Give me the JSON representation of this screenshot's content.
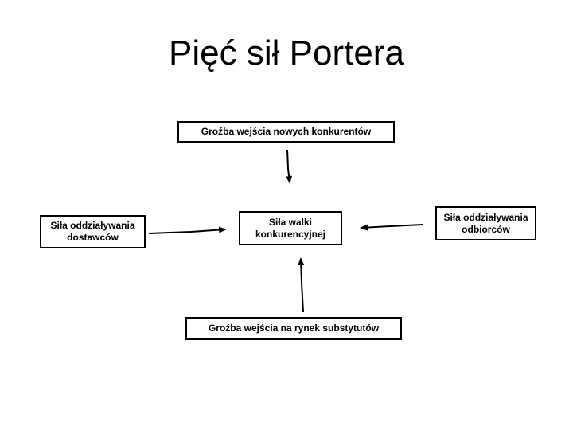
{
  "slide": {
    "title": "Pięć sił Portera",
    "colors": {
      "background": "#ffffff",
      "text": "#000000",
      "box_border": "#000000",
      "arrow": "#000000"
    },
    "boxes": {
      "top": {
        "label": "Groźba wejścia nowych konkurentów"
      },
      "left": {
        "label": "Siła oddziaływania dostawców"
      },
      "center": {
        "label": "Siła walki konkurencyjnej"
      },
      "right": {
        "label": "Siła oddziaływania odbiorców"
      },
      "bottom": {
        "label": "Groźba wejścia na rynek substytutów"
      }
    },
    "arrows": [
      {
        "name": "top-to-center",
        "from": "top box",
        "to": "center box",
        "direction": "down"
      },
      {
        "name": "left-to-center",
        "from": "left box",
        "to": "center box",
        "direction": "right"
      },
      {
        "name": "right-to-center",
        "from": "right box",
        "to": "center box",
        "direction": "left"
      },
      {
        "name": "bottom-to-center",
        "from": "bottom box",
        "to": "center box",
        "direction": "up"
      }
    ]
  }
}
